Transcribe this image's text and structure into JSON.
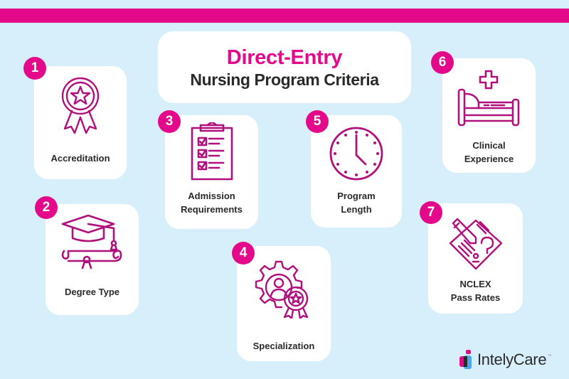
{
  "header": {
    "band_color": "#e3098a",
    "title_line1": "Direct-Entry",
    "title_line2": "Nursing Program Criteria"
  },
  "colors": {
    "background": "#d7effb",
    "accent": "#e3098a",
    "icon_stroke": "#b0107c",
    "text": "#2a2a2a",
    "card": "#ffffff"
  },
  "criteria": [
    {
      "number": "1",
      "label": "Accreditation",
      "icon": "award-ribbon-icon"
    },
    {
      "number": "2",
      "label": "Degree Type",
      "icon": "graduation-cap-diploma-icon"
    },
    {
      "number": "3",
      "label_line1": "Admission",
      "label_line2": "Requirements",
      "icon": "clipboard-checklist-icon"
    },
    {
      "number": "4",
      "label": "Specialization",
      "icon": "gear-person-badge-icon"
    },
    {
      "number": "5",
      "label_line1": "Program",
      "label_line2": "Length",
      "icon": "clock-icon"
    },
    {
      "number": "6",
      "label_line1": "Clinical",
      "label_line2": "Experience",
      "icon": "hospital-bed-icon"
    },
    {
      "number": "7",
      "label_line1": "NCLEX",
      "label_line2": "Pass Rates",
      "icon": "exam-paper-question-icon"
    }
  ],
  "brand": {
    "name": "IntelyCare",
    "trademark": "™",
    "icon": "intelycare-logo-icon"
  }
}
